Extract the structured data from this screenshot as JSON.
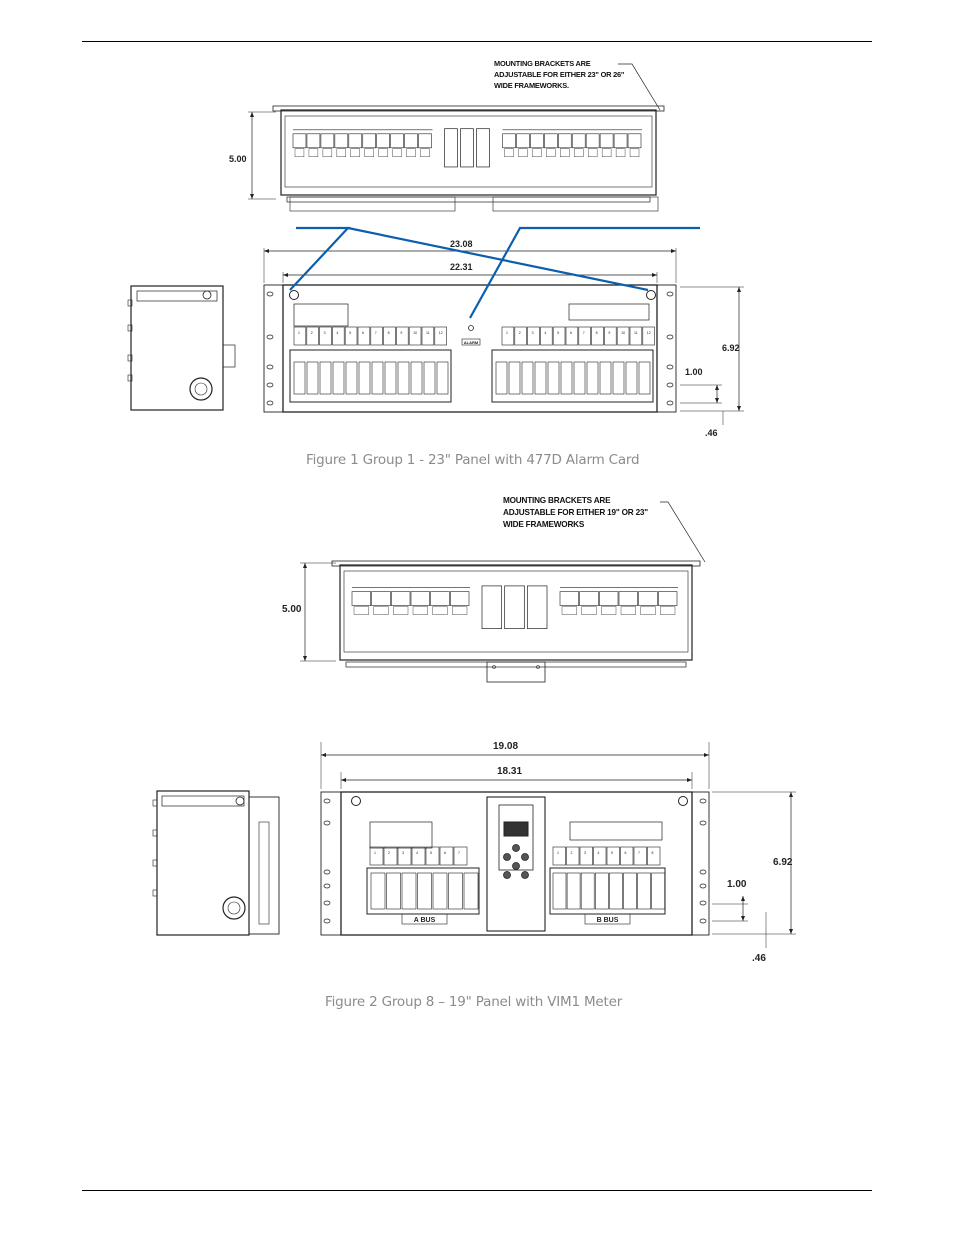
{
  "figure1": {
    "note_lines": [
      "MOUNTING BRACKETS ARE",
      "ADJUSTABLE FOR EITHER 23\" OR 26\"",
      "WIDE FRAMEWORKS."
    ],
    "height_top": "5.00",
    "width_overall": "23.08",
    "width_inner": "22.31",
    "height_front": "6.92",
    "slot_spacing": "1.00",
    "slot_offset": ".46",
    "alarm_label": "ALARM",
    "caption": "Figure 1 Group 1 - 23\" Panel with 477D Alarm Card"
  },
  "figure2": {
    "note_lines": [
      "MOUNTING BRACKETS ARE",
      "ADJUSTABLE FOR EITHER 19\" OR 23\"",
      "WIDE FRAMEWORKS"
    ],
    "height_top": "5.00",
    "width_overall": "19.08",
    "width_inner": "18.31",
    "height_front": "6.92",
    "slot_spacing": "1.00",
    "slot_offset": ".46",
    "bus_a": "A BUS",
    "bus_b": "B BUS",
    "caption": "Figure 2 Group 8 – 19\" Panel with VIM1 Meter"
  },
  "colors": {
    "callout_lines": "#0b5fad",
    "caption": "#8c8c8c",
    "drawing": "#222222"
  }
}
